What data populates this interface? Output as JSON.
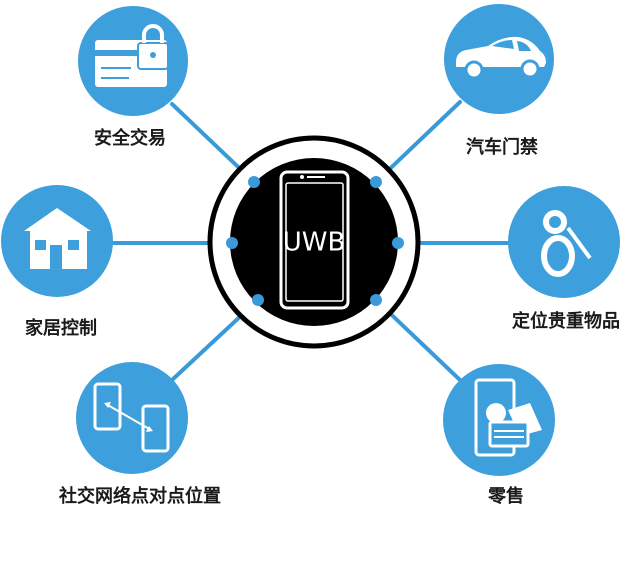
{
  "center": {
    "label": "UWB"
  },
  "applications": [
    {
      "id": "secure-transaction",
      "label": "安全交易",
      "icon": "card-lock-icon"
    },
    {
      "id": "car-access",
      "label": "汽车门禁",
      "icon": "car-icon"
    },
    {
      "id": "home-control",
      "label": "家居控制",
      "icon": "house-icon"
    },
    {
      "id": "locate-valuables",
      "label": "定位贵重物品",
      "icon": "keys-icon"
    },
    {
      "id": "social-p2p-location",
      "label": "社交网络点对点位置",
      "icon": "phones-exchange-icon"
    },
    {
      "id": "retail",
      "label": "零售",
      "icon": "phone-payment-icon"
    }
  ],
  "colors": {
    "accent": "#3d9fdb",
    "line": "#3a9ad9",
    "center": "#000000"
  }
}
